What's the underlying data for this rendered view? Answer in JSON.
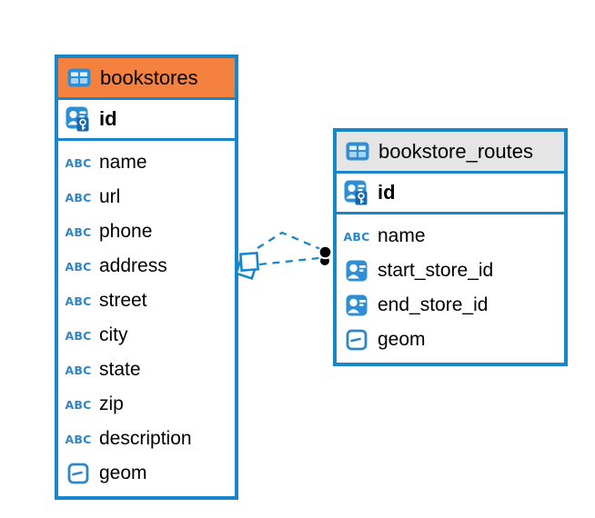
{
  "colors": {
    "accent_blue": "#1787C9",
    "icon_blue": "#2E8FD6",
    "bookstores_header_bg": "#F5813E",
    "bookstore_routes_header_bg": "#E5E5E5",
    "relationship_line": "#1787C9",
    "relationship_dot": "#000000",
    "text": "#000000"
  },
  "icons": {
    "text_type_label": "ABC"
  },
  "tables": [
    {
      "name": "bookstores",
      "columns": [
        {
          "name": "id",
          "icon": "primary-key-icon"
        },
        {
          "name": "name",
          "icon": "text-type-icon"
        },
        {
          "name": "url",
          "icon": "text-type-icon"
        },
        {
          "name": "phone",
          "icon": "text-type-icon"
        },
        {
          "name": "address",
          "icon": "text-type-icon"
        },
        {
          "name": "street",
          "icon": "text-type-icon"
        },
        {
          "name": "city",
          "icon": "text-type-icon"
        },
        {
          "name": "state",
          "icon": "text-type-icon"
        },
        {
          "name": "zip",
          "icon": "text-type-icon"
        },
        {
          "name": "description",
          "icon": "text-type-icon"
        },
        {
          "name": "geom",
          "icon": "geometry-icon"
        }
      ]
    },
    {
      "name": "bookstore_routes",
      "columns": [
        {
          "name": "id",
          "icon": "primary-key-icon"
        },
        {
          "name": "name",
          "icon": "text-type-icon"
        },
        {
          "name": "start_store_id",
          "icon": "foreign-key-icon"
        },
        {
          "name": "end_store_id",
          "icon": "foreign-key-icon"
        },
        {
          "name": "geom",
          "icon": "geometry-icon"
        }
      ]
    }
  ],
  "relationships": [
    {
      "from_table": "bookstores",
      "to_table": "bookstore_routes",
      "line_style": "dashed",
      "source_marker": "stacked-squares",
      "target_marker": "filled-dot"
    },
    {
      "from_table": "bookstores",
      "to_table": "bookstore_routes",
      "line_style": "dashed",
      "source_marker": "stacked-squares",
      "target_marker": "filled-dot"
    }
  ]
}
